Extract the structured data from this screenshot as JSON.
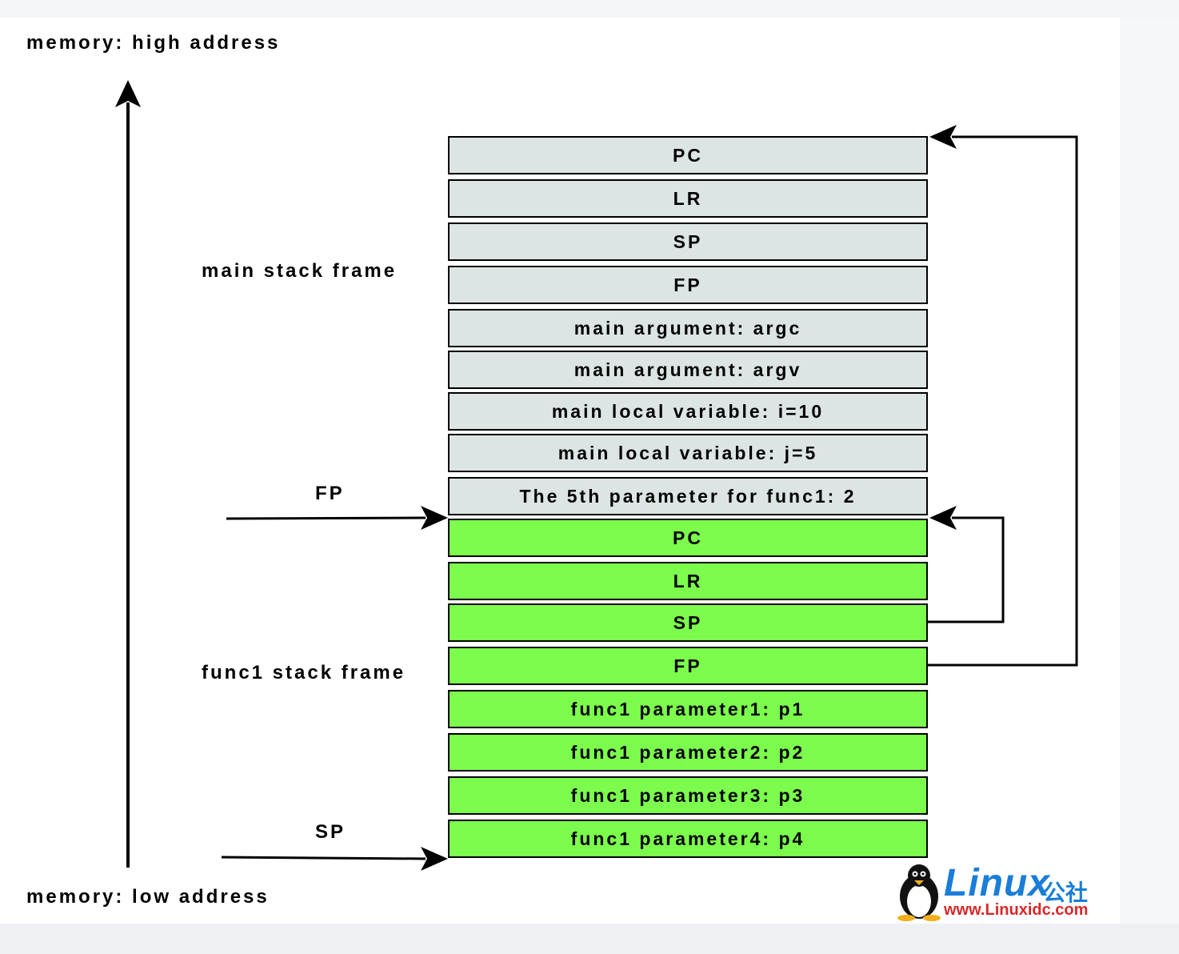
{
  "labels": {
    "high_address": "memory: high address",
    "low_address": "memory: low address",
    "main_frame": "main stack frame",
    "func1_frame": "func1 stack frame",
    "fp_pointer": "FP",
    "sp_pointer": "SP"
  },
  "main_frame_blocks": [
    "PC",
    "LR",
    "SP",
    "FP",
    "main argument:  argc",
    "main argument:  argv",
    "main local variable:  i=10",
    "main local variable:  j=5",
    "The 5th parameter for func1: 2"
  ],
  "func1_frame_blocks": [
    "PC",
    "LR",
    "SP",
    "FP",
    "func1 parameter1: p1",
    "func1 parameter2: p2",
    "func1 parameter3: p3",
    "func1 parameter4: p4"
  ],
  "colors": {
    "main_frame_fill": "#dce4e4",
    "func1_frame_fill": "#7cfc4c",
    "logo_blue": "#1a7ed8",
    "logo_red": "#d8282a"
  },
  "watermark": {
    "word": "Linux",
    "cn": "公社",
    "url": "www.Linuxidc.com"
  }
}
